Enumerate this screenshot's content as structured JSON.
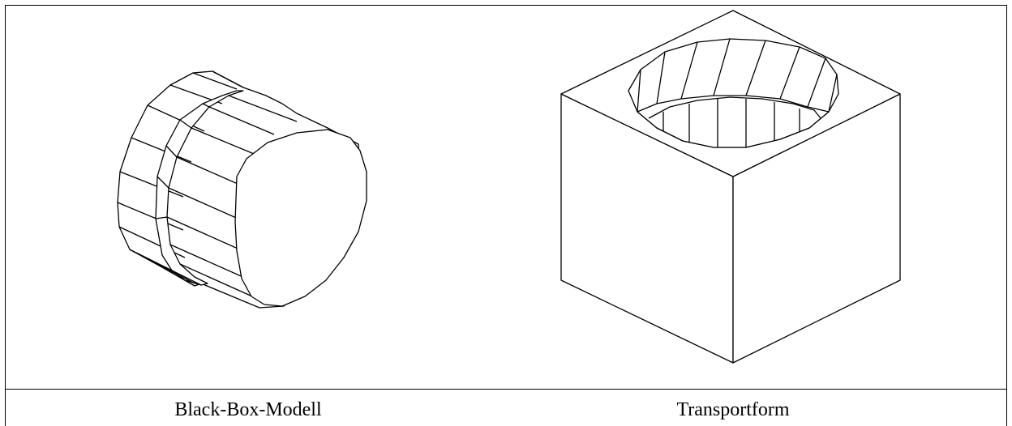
{
  "figures": [
    {
      "caption": "Black-Box-Modell",
      "icon": "cylindrical-plug-drawing"
    },
    {
      "caption": "Transportform",
      "icon": "cube-with-hole-drawing"
    }
  ]
}
